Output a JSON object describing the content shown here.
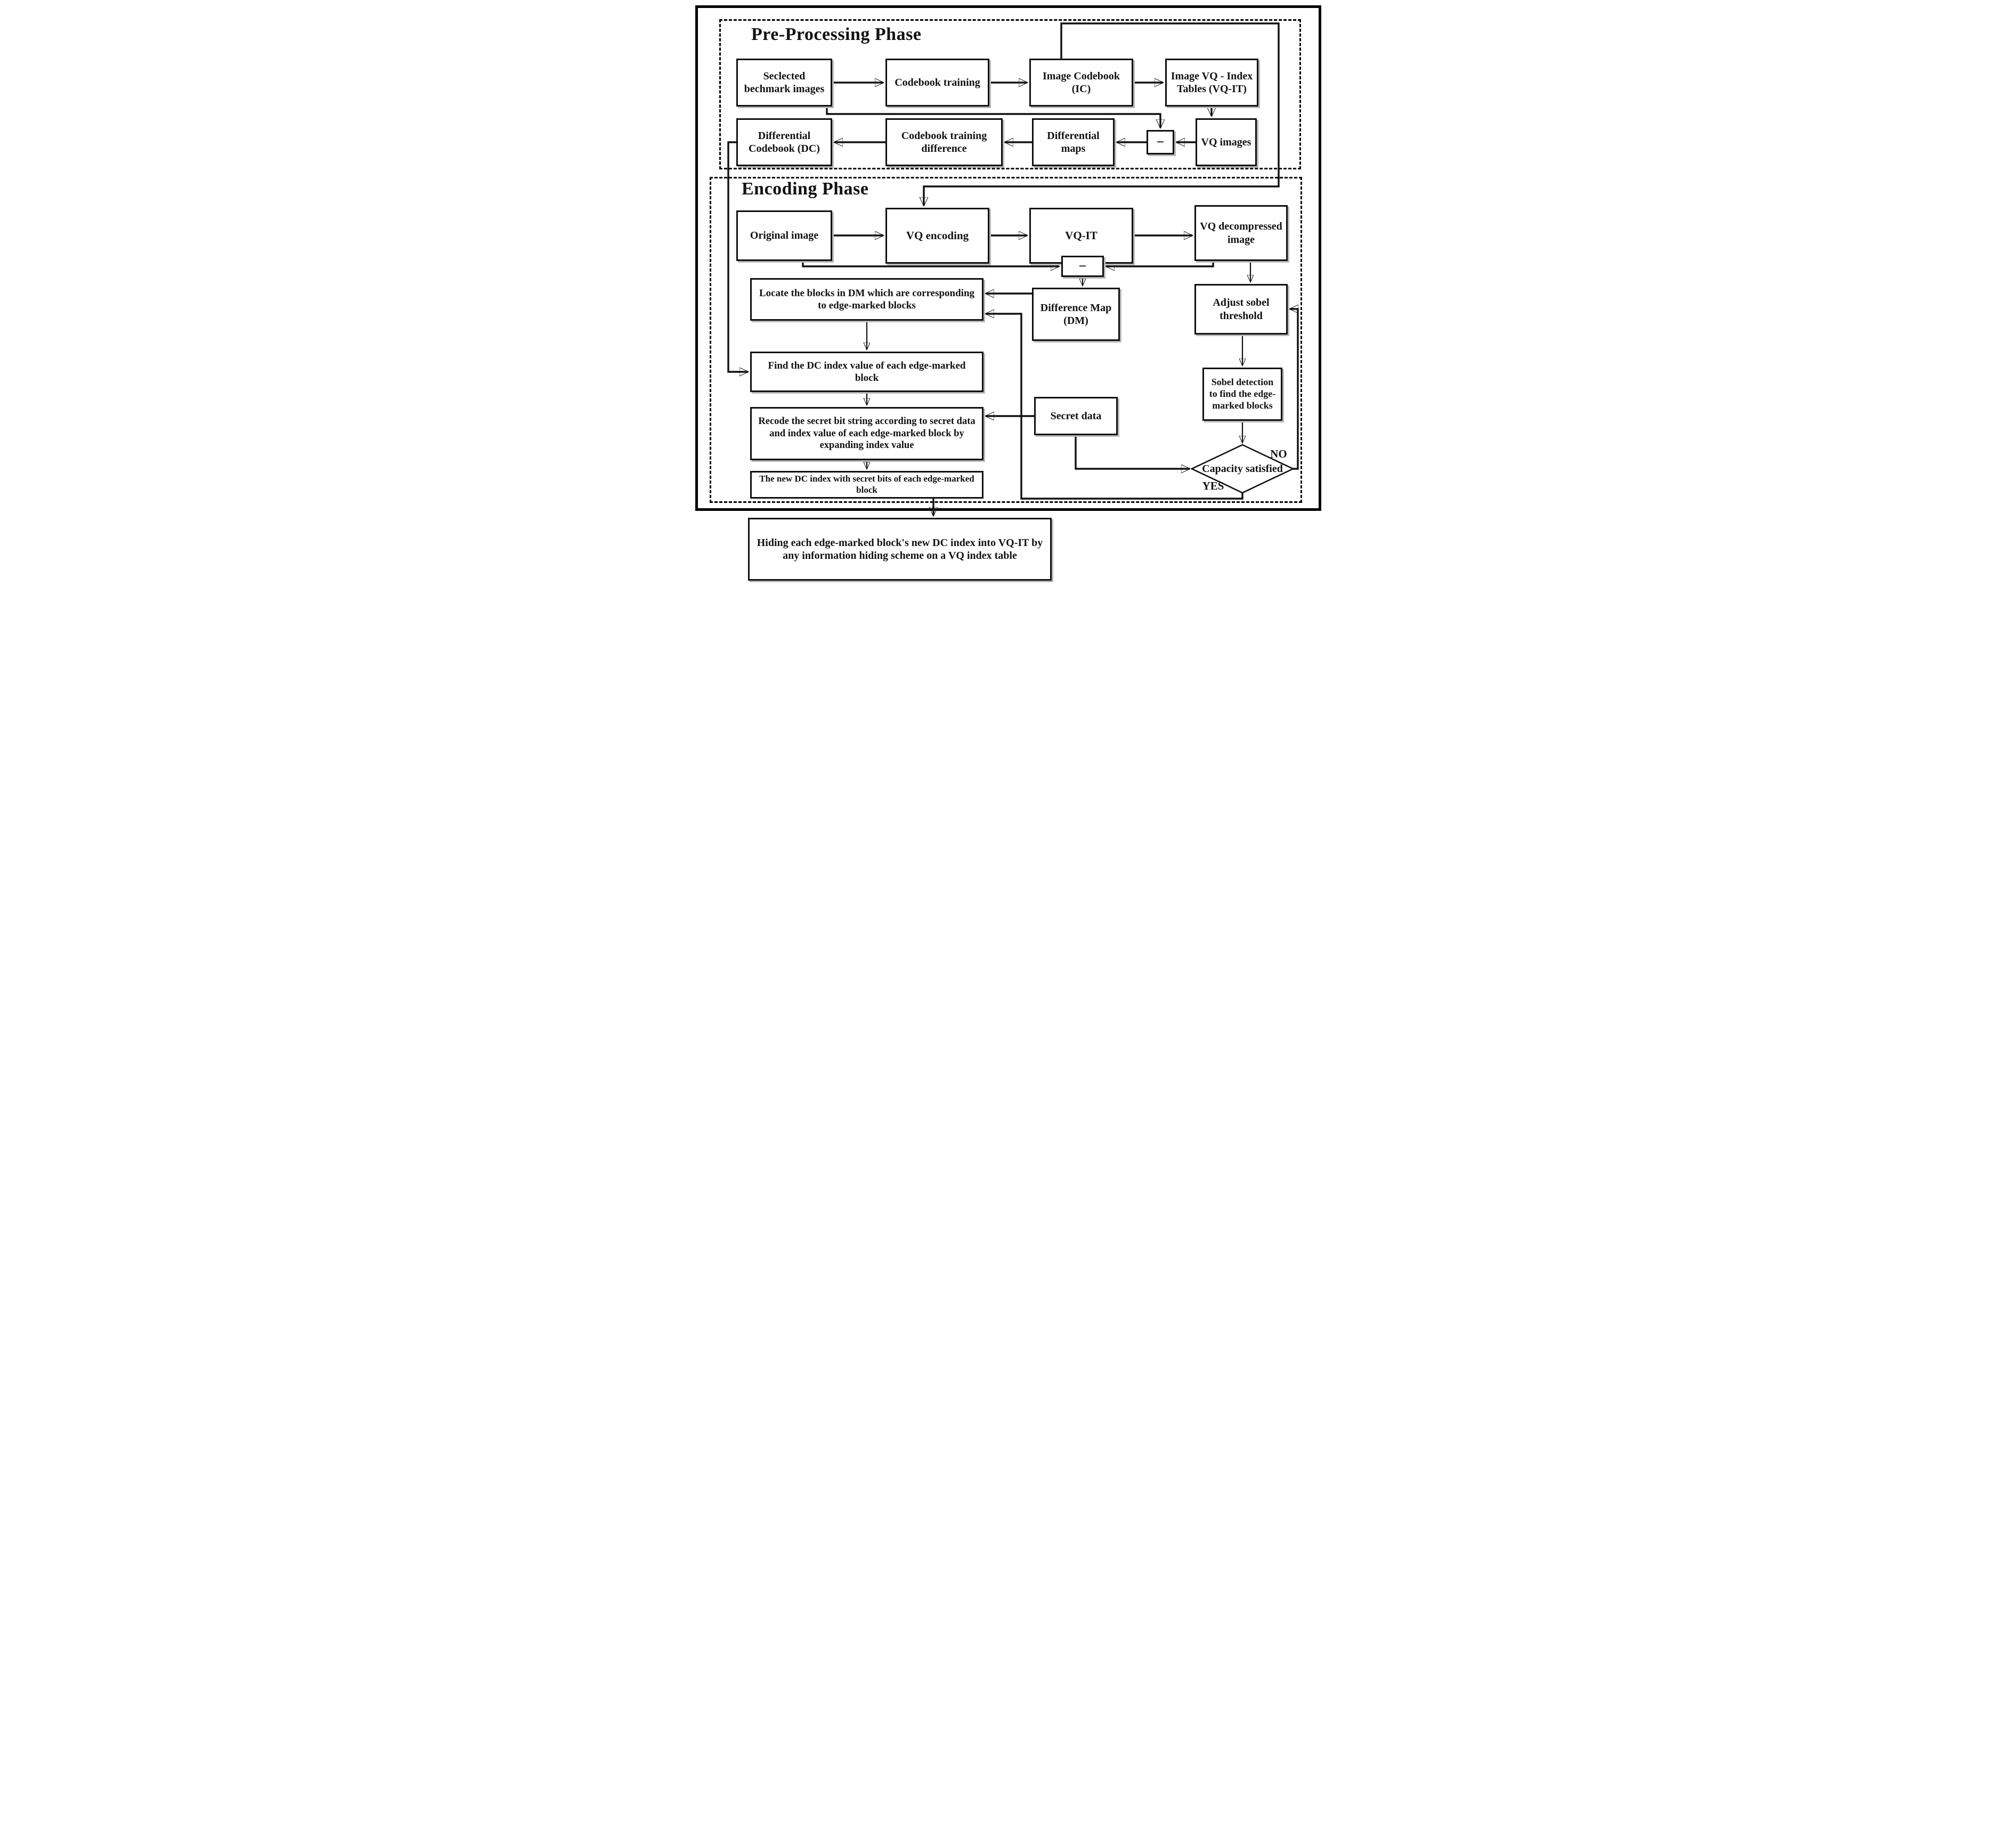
{
  "preprocessing": {
    "title": "Pre-Processing Phase",
    "nodes": {
      "selected_benchmark": "Seclected bechmark images",
      "codebook_training": "Codebook training",
      "image_codebook": "Image Codebook (IC)",
      "vq_index_tables": "Image VQ - Index Tables (VQ-IT)",
      "differential_codebook": "Differential Codebook (DC)",
      "codebook_training_difference": "Codebook training difference",
      "differential_maps": "Differential maps",
      "minus_sign": "−",
      "vq_images": "VQ images"
    }
  },
  "encoding": {
    "title": "Encoding Phase",
    "nodes": {
      "original_image": "Original image",
      "vq_encoding": "VQ encoding",
      "vq_it": "VQ-IT",
      "vq_decompressed": "VQ decompressed image",
      "minus_sign": "−",
      "locate_blocks": "Locate the blocks in DM which are corresponding to edge-marked blocks",
      "difference_map": "Difference Map (DM)",
      "adjust_sobel": "Adjust sobel threshold",
      "find_dc_index": "Find the DC index value of each edge-marked block",
      "sobel_detection": "Sobel detection to find the edge-marked blocks",
      "recode_secret": "Recode the secret bit string according to secret data and index value of each edge-marked block by expanding index value",
      "secret_data": "Secret data",
      "capacity_satisfied": "Capacity satisfied",
      "new_dc_index": "The new DC index with secret bits of each edge-marked block",
      "yes_label": "YES",
      "no_label": "NO"
    }
  },
  "final": {
    "hiding": "Hiding each edge-marked block's new DC index into VQ-IT by any information hiding scheme on a VQ index table"
  }
}
